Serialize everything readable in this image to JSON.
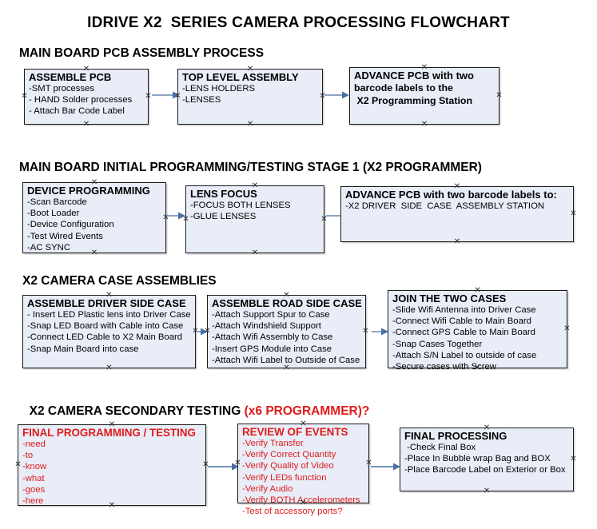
{
  "title": "IDRIVE X2  SERIES CAMERA PROCESSING FLOWCHART",
  "colors": {
    "box_fill": "#e8edf7",
    "box_border": "#1a1a1a",
    "arrow": "#8ba6c4",
    "arrow_head": "#4a6fa5",
    "red_text": "#e01b1b",
    "text": "#000000"
  },
  "sections": [
    {
      "heading": "MAIN BOARD PCB ASSEMBLY PROCESS",
      "heading_suffix": "",
      "nodes": [
        {
          "title": "ASSEMBLE PCB",
          "lines": [
            "-SMT processes",
            "- HAND Solder processes",
            "- Attach Bar Code Label"
          ]
        },
        {
          "title": "TOP LEVEL ASSEMBLY",
          "lines": [
            "-LENS HOLDERS",
            "-LENSES"
          ]
        },
        {
          "title": "ADVANCE PCB with two",
          "lines": [
            "barcode labels to the",
            " X2 Programming Station"
          ]
        }
      ]
    },
    {
      "heading": "MAIN BOARD INITIAL PROGRAMMING/TESTING STAGE 1 (X2 PROGRAMMER)",
      "heading_suffix": "",
      "nodes": [
        {
          "title": "DEVICE PROGRAMMING",
          "lines": [
            "-Scan Barcode",
            "-Boot Loader",
            "-Device Configuration",
            "-Test Wired Events",
            "-AC SYNC"
          ]
        },
        {
          "title": "LENS FOCUS",
          "lines": [
            "-FOCUS BOTH LENSES",
            "-GLUE LENSES"
          ]
        },
        {
          "title": "ADVANCE PCB with two barcode labels to:",
          "lines": [
            "-X2 DRIVER  SIDE  CASE  ASSEMBLY STATION"
          ]
        }
      ]
    },
    {
      "heading": "X2 CAMERA CASE ASSEMBLIES",
      "heading_suffix": "",
      "nodes": [
        {
          "title": "ASSEMBLE DRIVER SIDE CASE",
          "lines": [
            "- Insert LED Plastic lens into Driver Case",
            "-Snap LED Board with Cable into Case",
            "-Connect LED Cable to X2 Main Board",
            "-Snap Main Board into case"
          ]
        },
        {
          "title": "ASSEMBLE ROAD SIDE CASE",
          "lines": [
            "-Attach Support Spur to Case",
            "-Attach Windshield Support",
            "-Attach Wifi Assembly to Case",
            "-Insert GPS Module into Case",
            "-Attach Wifi Label to Outside of Case"
          ]
        },
        {
          "title": "JOIN THE TWO CASES",
          "lines": [
            "-Slide Wifi Antenna into Driver Case",
            "-Connect Wifi Cable to Main Board",
            "-Connect GPS Cable to Main Board",
            "-Snap Cases Together",
            "-Attach S/N Label to outside of case",
            "-Secure cases with Screw"
          ]
        }
      ]
    },
    {
      "heading": "X2 CAMERA SECONDARY TESTING ",
      "heading_suffix": "(x6 PROGRAMMER)?",
      "nodes": [
        {
          "title": "FINAL PROGRAMMING / TESTING",
          "lines": [
            "-need",
            "-to",
            "-know",
            "-what",
            "-goes",
            "-here"
          ]
        },
        {
          "title": "REVIEW OF EVENTS",
          "lines": [
            "-Verify Transfer",
            "-Verify Correct Quantity",
            "-Verify Quality of Video",
            "-Verify LEDs function",
            "-Verify Audio",
            "-Verify BOTH Accelerometers",
            "-Test of accessory ports?"
          ]
        },
        {
          "title": "FINAL PROCESSING",
          "lines": [
            " -Check Final Box",
            "-Place In Bubble wrap Bag and BOX",
            "-Place Barcode Label on Exterior or Box"
          ]
        }
      ]
    }
  ]
}
